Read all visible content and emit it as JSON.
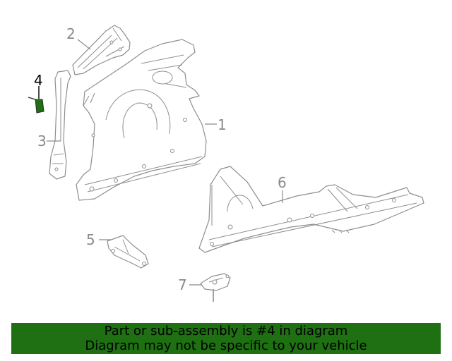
{
  "callouts": {
    "c1": "1",
    "c2": "2",
    "c3": "3",
    "c4": "4",
    "c5": "5",
    "c6": "6",
    "c7": "7"
  },
  "highlight": {
    "part_number": "4",
    "color": "#1e7012"
  },
  "banner": {
    "line1": "Part or sub-assembly is #4 in diagram",
    "line2": "Diagram may not be specific to your vehicle"
  },
  "colors": {
    "banner_bg": "#1e7012",
    "line_art": "#8e8e8e"
  }
}
